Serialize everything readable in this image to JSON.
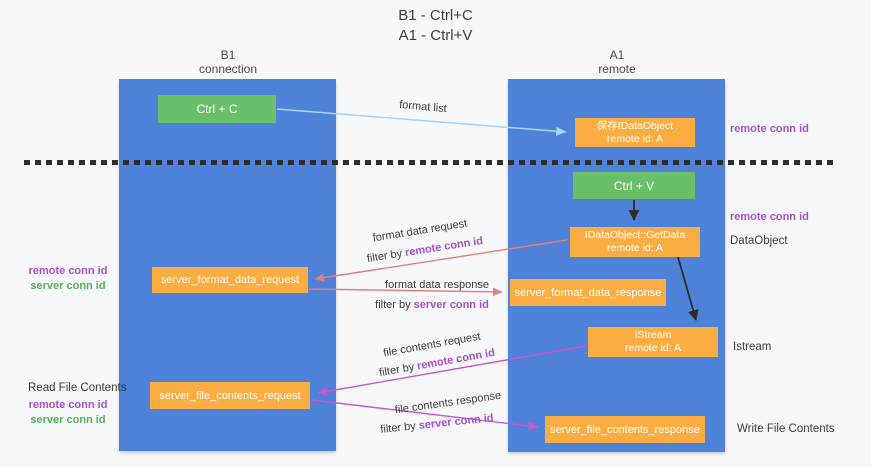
{
  "title": {
    "line1": "B1 - Ctrl+C",
    "line2": "A1 - Ctrl+V"
  },
  "lanes": {
    "left": {
      "name": "B1",
      "role": "connection"
    },
    "right": {
      "name": "A1",
      "role": "remote"
    }
  },
  "nodes": {
    "ctrl_c": {
      "label": "Ctrl + C"
    },
    "save_idataobject": {
      "line1": "保存IDataObject",
      "line2": "remote id: A"
    },
    "ctrl_v": {
      "label": "Ctrl + V"
    },
    "getdata": {
      "line1": "IDataObject::GetData",
      "line2": "remote id: A"
    },
    "format_request": {
      "label": "server_format_data_request"
    },
    "format_response": {
      "label": "server_format_data_response"
    },
    "istream": {
      "line1": "IStream",
      "line2": "remote id: A"
    },
    "file_request": {
      "label": "server_file_contents_request"
    },
    "file_response": {
      "label": "server_file_contents_response"
    }
  },
  "side_labels": {
    "remote_conn_top": "remote conn id",
    "remote_conn_mid": "remote conn id",
    "dataobject": "DataObject",
    "istream": "Istream",
    "write_file": "Write File Contents",
    "read_file": "Read File Contents",
    "left_format": {
      "remote": "remote conn id",
      "server": "server conn id"
    },
    "left_file": {
      "remote": "remote conn id",
      "server": "server conn id"
    }
  },
  "arrows": {
    "format_list": {
      "label": "format list"
    },
    "format_request": {
      "label": "format data request",
      "filter_prefix": "filter by ",
      "filter_key": "remote conn id"
    },
    "format_response": {
      "label": "format data response",
      "filter_prefix": "filter by ",
      "filter_key": "server conn id"
    },
    "file_request": {
      "label": "file contents request",
      "filter_prefix": "filter by ",
      "filter_key": "remote conn id"
    },
    "file_response": {
      "label": "file contents response",
      "filter_prefix": "filter by ",
      "filter_key": "server conn id"
    }
  },
  "colors": {
    "lane_blue": "#4d82d8",
    "green_box": "#6abf69",
    "orange_box": "#f9ad42",
    "purple_text": "#a750c8",
    "green_text": "#53b156",
    "salmon_arrow": "#e57e7e",
    "magenta_arrow": "#d054ce",
    "lightblue_arrow": "#a9d3f2",
    "black_arrow": "#2b2b2b"
  }
}
